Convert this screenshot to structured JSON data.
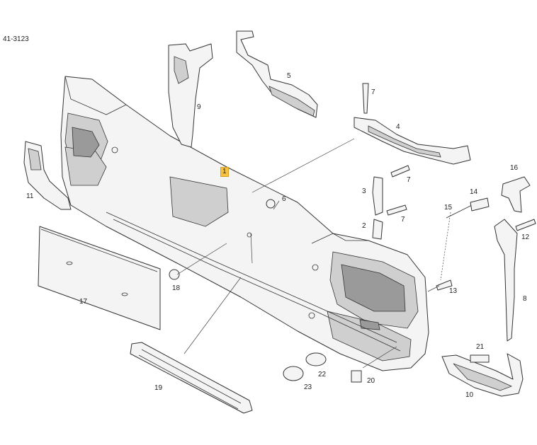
{
  "reference": "41-3123",
  "labels": {
    "p1": "1",
    "p2": "2",
    "p3": "3",
    "p4": "4",
    "p5": "5",
    "p6": "6",
    "p7a": "7",
    "p7b": "7",
    "p7c": "7",
    "p8": "8",
    "p9": "9",
    "p10": "10",
    "p11": "11",
    "p12": "12",
    "p13": "13",
    "p14": "14",
    "p15": "15",
    "p16": "16",
    "p17": "17",
    "p18": "18",
    "p19": "19",
    "p20": "20",
    "p21": "21",
    "p22": "22",
    "p23": "23"
  },
  "colors": {
    "highlight": "#f5c242",
    "line": "#333333",
    "fill": "#f4f4f4"
  }
}
